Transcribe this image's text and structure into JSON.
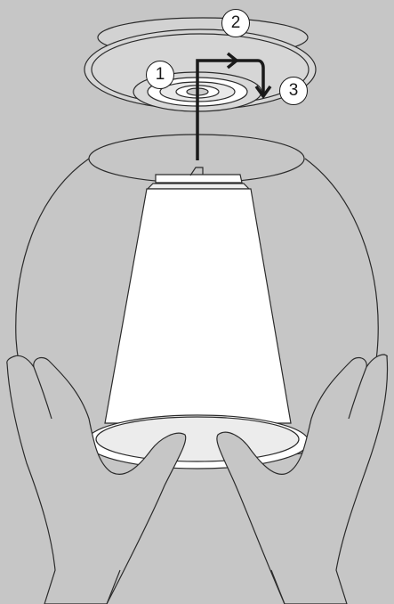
{
  "steps": {
    "step1": "1",
    "step2": "2",
    "step3": "3"
  },
  "colors": {
    "background": "#c6c6c6",
    "line": "#2b2b2b",
    "arrow": "#1a1a1a",
    "fill_white": "#ffffff"
  },
  "icons": {
    "lift_arrow": "arrow-up-turn-icon",
    "rotate_arrow": "rotate-arrow-icon"
  }
}
